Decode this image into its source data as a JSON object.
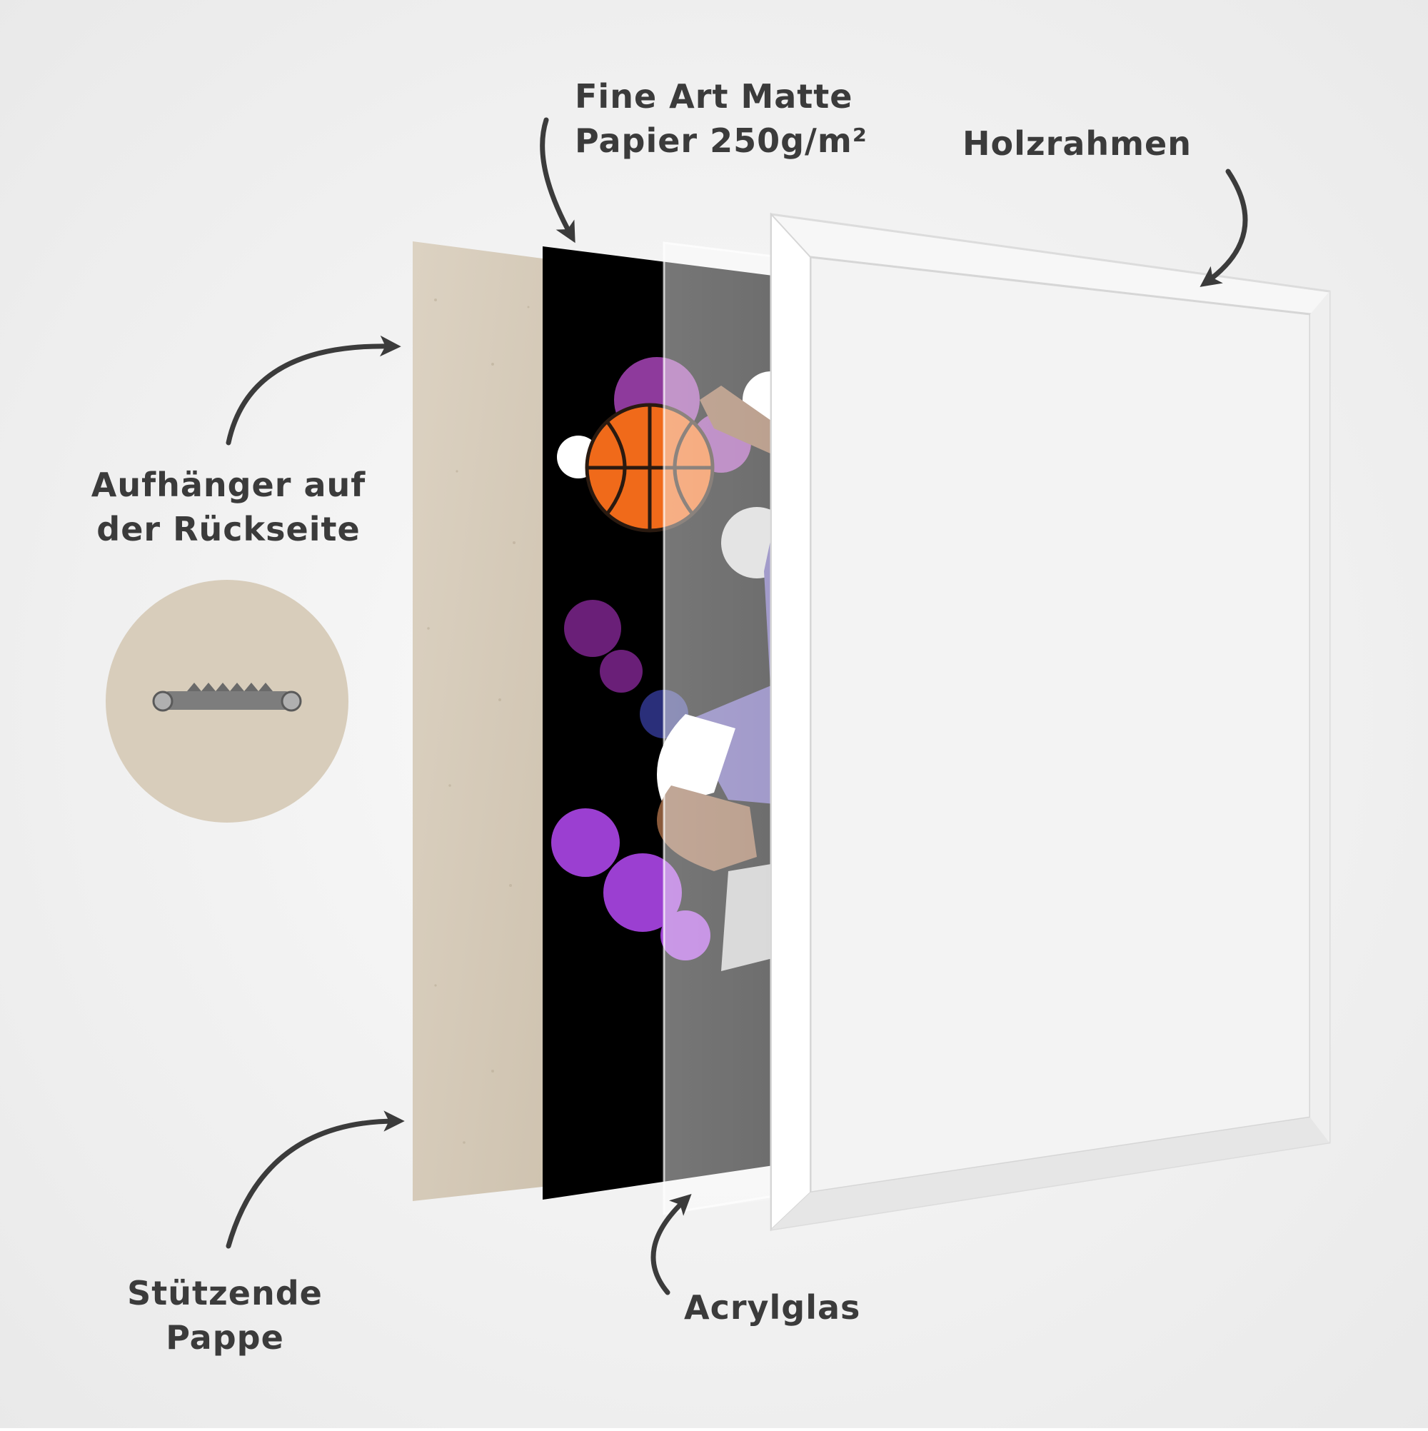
{
  "labels": {
    "paper_line1": "Fine Art Matte",
    "paper_line2": "Papier 250g/m²",
    "frame": "Holzrahmen",
    "hanger_line1": "Aufhänger auf",
    "hanger_line2": "der Rückseite",
    "backing_line1": "Stützende",
    "backing_line2": "Pappe",
    "acrylic": "Acrylglas"
  },
  "colors": {
    "background": "#f2f2f2",
    "text": "#3b3b3b",
    "cardboard": "#d8cdbb",
    "print_background": "#000000",
    "frame": "#f7f7f7",
    "ball": "#f06a1a",
    "jersey": "#5b4fa3"
  },
  "icons": [
    "curved-arrow-icon",
    "sawtooth-hanger-icon",
    "basketball-icon"
  ]
}
